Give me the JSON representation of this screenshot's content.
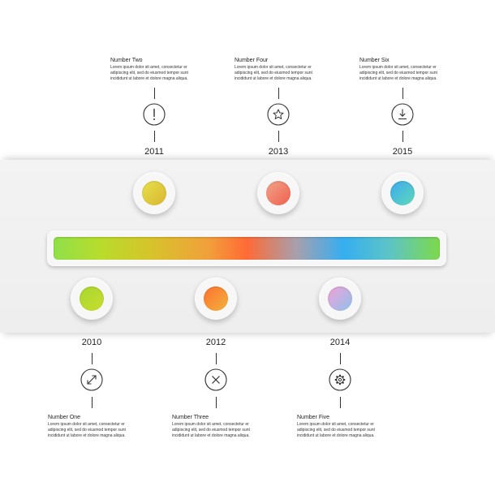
{
  "colors": {
    "marker_2011": [
      "#e7e14a",
      "#d9b531"
    ],
    "marker_2013": [
      "#f2a38a",
      "#f0604e"
    ],
    "marker_2015": [
      "#3ea9f0",
      "#5fd9b8"
    ],
    "marker_2010": [
      "#a8d830",
      "#c8dc2e"
    ],
    "marker_2012": [
      "#ff7030",
      "#f0b33c"
    ],
    "marker_2014": [
      "#f3a2d8",
      "#8ec0ec"
    ]
  },
  "items": {
    "n2011": {
      "year": "2011",
      "title": "Number Two",
      "icon": "exclamation-icon",
      "lines": [
        "Lorem ipsum dolor sit amet, consectetur er",
        "adipiscing elit, sed do eiusmod tempor sunt",
        "incididunt ut labore et dolore magna aliqua."
      ]
    },
    "n2013": {
      "year": "2013",
      "title": "Number Four",
      "icon": "star-icon",
      "lines": [
        "Lorem ipsum dolor sit amet, consectetur er",
        "adipiscing elit, sed do eiusmod tempor sunt",
        "incididunt ut labore et dolore magna aliqua."
      ]
    },
    "n2015": {
      "year": "2015",
      "title": "Number Six",
      "icon": "download-icon",
      "lines": [
        "Lorem ipsum dolor sit amet, consectetur er",
        "adipiscing elit, sed do eiusmod tempor sunt",
        "incididunt ut labore et dolore magna aliqua."
      ]
    },
    "n2010": {
      "year": "2010",
      "title": "Number One",
      "icon": "resize-icon",
      "lines": [
        "Lorem ipsum dolor sit amet, consectetur er",
        "adipiscing elit, sed do eiusmod tempor sunt",
        "incididunt ut labore et dolore magna aliqua."
      ]
    },
    "n2012": {
      "year": "2012",
      "title": "Number Three",
      "icon": "close-icon",
      "lines": [
        "Lorem ipsum dolor sit amet, consectetur er",
        "adipiscing elit, sed do eiusmod tempor sunt",
        "incididunt ut labore et dolore magna aliqua."
      ]
    },
    "n2014": {
      "year": "2014",
      "title": "Number Five",
      "icon": "gear-icon",
      "lines": [
        "Lorem ipsum dolor sit amet, consectetur er",
        "adipiscing elit, sed do eiusmod tempor sunt",
        "incididunt ut labore et dolore magna aliqua."
      ]
    }
  }
}
